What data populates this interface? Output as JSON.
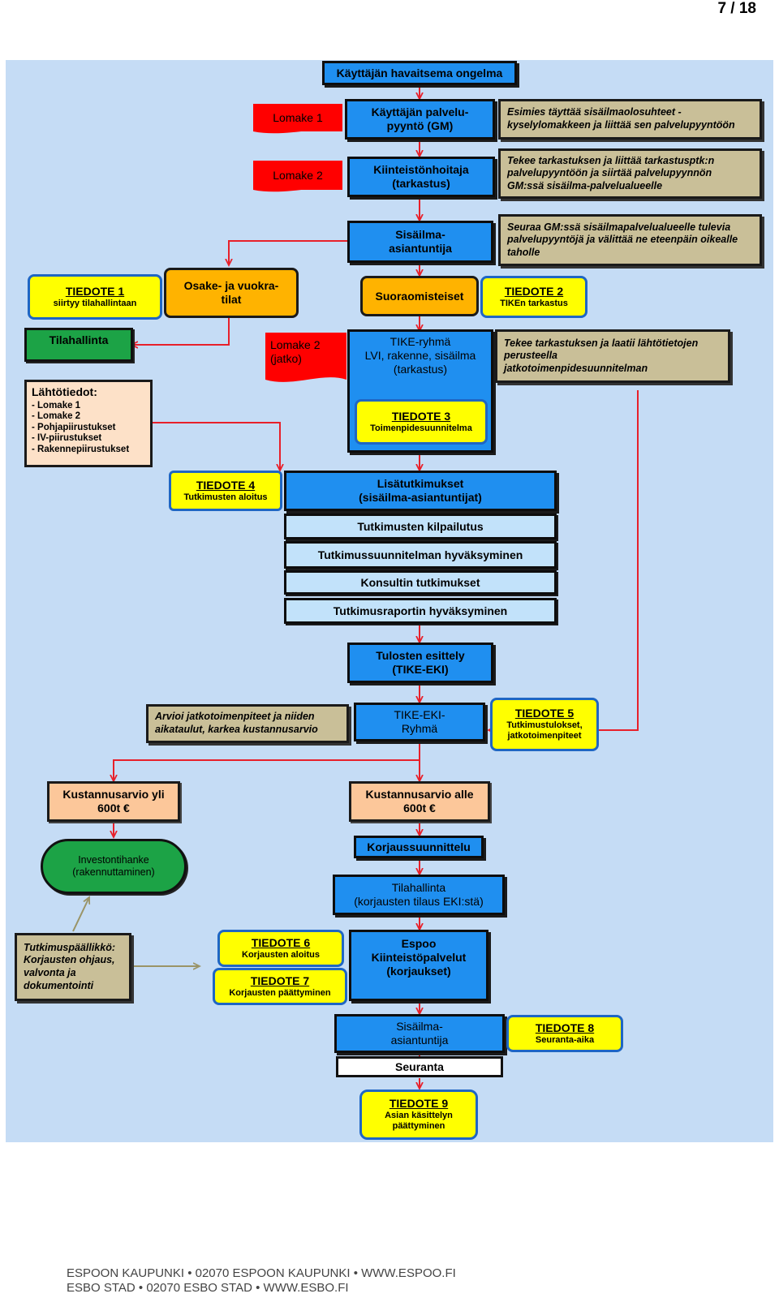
{
  "page": {
    "number": "7 / 18"
  },
  "nodes": {
    "problem": "Käyttäjän havaitsema ongelma",
    "lomake1": "Lomake  1",
    "request": "Käyttäjän palvelu-\npyyntö (GM)",
    "supervisor_note": "Esimies täyttää sisäilmaolosuhteet -\nkyselylomakkeen ja liittää sen palvelupyyntöön",
    "lomake2": "Lomake  2",
    "janitor": "Kiinteistönhoitaja\n(tarkastus)",
    "janitor_note": "Tekee tarkastuksen  ja liittää tarkastusptk:n\npalvelupyyntöön ja siirtää palvelupyynnön\nGM:ssä sisäilma-palvelualueelle",
    "expert": "Sisäilma-\nasiantuntija",
    "expert_note": "Seuraa GM:ssä sisäilmapalvelualueelle tulevia\npalvelupyyntöjä ja välittää ne eteenpäin oikealle\ntaholle",
    "tiedote1": {
      "title": "TIEDOTE 1",
      "text": "siirtyy tilahallintaan"
    },
    "rented": "Osake- ja vuokra-\ntilat",
    "owned": "Suoraomisteiset",
    "tiedote2": {
      "title": "TIEDOTE 2",
      "text": "TIKEn tarkastus"
    },
    "tilahallinta": "Tilahallinta",
    "lomake2_cont": "Lomake  2\n(jatko)",
    "tike_group": "TIKE-ryhmä\nLVI, rakenne, sisäilma\n(tarkastus)",
    "tiedote3": {
      "title": "TIEDOTE 3",
      "text": "Toimenpidesuunnitelma"
    },
    "tike_note": "Tekee tarkastuksen  ja laatii lähtötietojen\nperusteella\njatkotoimenpidesuunnitelman",
    "source_data": {
      "title": "Lähtötiedot:",
      "items": [
        "- Lomake 1",
        "- Lomake 2",
        "- Pohjapiirustukset",
        "- IV-piirustukset",
        "- Rakennepiirustukset"
      ]
    },
    "tiedote4": {
      "title": "TIEDOTE 4",
      "text": "Tutkimusten aloitus"
    },
    "additional_studies": "Lisätutkimukset\n(sisäilma-asiantuntijat)",
    "study_tender": "Tutkimusten kilpailutus",
    "plan_approval": "Tutkimussuunnitelman hyväksyminen",
    "consultant_studies": "Konsultin tutkimukset",
    "report_approval": "Tutkimusraportin hyväksyminen",
    "results_presentation": "Tulosten esittely\n(TIKE-EKI)",
    "estimate_note": "Arvioi jatkotoimenpiteet  ja niiden\naikataulut,  karkea kustannusarvio",
    "tike_eki": "TIKE-EKI-\nRyhmä",
    "tiedote5": {
      "title": "TIEDOTE 5",
      "text": "Tutkimustulokset,\njatkotoimenpiteet"
    },
    "cost_over": "Kustannusarvio yli\n600t €",
    "cost_under": "Kustannusarvio alle\n600t €",
    "investment": "Investontihanke\n(rakennuttaminen)",
    "repair_design": "Korjaussuunnittelu",
    "repair_order": "Tilahallinta\n(korjausten tilaus EKI:stä)",
    "research_manager": "Tutkimuspäällikkö:\nKorjausten  ohjaus,\nvalvonta  ja\ndokumentointi",
    "tiedote6": {
      "title": "TIEDOTE 6",
      "text": "Korjausten aloitus"
    },
    "tiedote7": {
      "title": "TIEDOTE 7",
      "text": "Korjausten päättyminen"
    },
    "espoo_services": "Espoo\nKiinteistöpalvelut\n(korjaukset)",
    "expert2": "Sisäilma-\nasiantuntija",
    "tiedote8": {
      "title": "TIEDOTE 8",
      "text": "Seuranta-aika"
    },
    "monitoring": "Seuranta",
    "tiedote9": {
      "title": "TIEDOTE 9",
      "text": "Asian käsittelyn\npäättyminen"
    }
  },
  "footer": {
    "line1": "ESPOON KAUPUNKI • 02070 ESPOON KAUPUNKI • WWW.ESPOO.FI",
    "line2": "ESBO STAD • 02070 ESBO STAD • WWW.ESBO.FI"
  },
  "colors": {
    "connector": "#e8202a",
    "process": "#1f8ff0",
    "sub_process": "#c2e2fa",
    "note": "#c9bf98",
    "notice": "#ffff00",
    "form": "#ff0000"
  }
}
